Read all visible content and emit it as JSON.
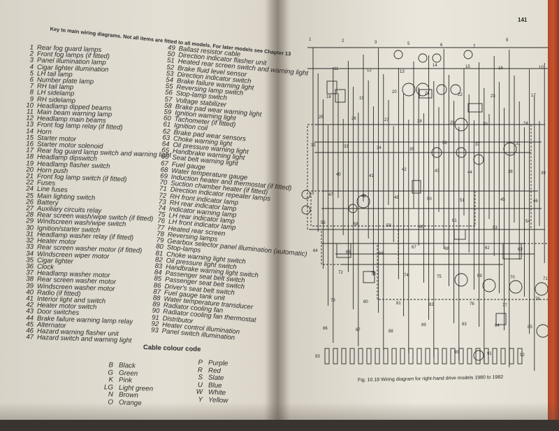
{
  "left_page": {
    "key_title": "Key to main wiring diagrams. Not all items are fitted to all models. For later models see Chapter 13",
    "key_col1": [
      {
        "n": "1",
        "t": "Rear fog guard lamps"
      },
      {
        "n": "2",
        "t": "Front fog lamps (if fitted)"
      },
      {
        "n": "3",
        "t": "Panel illumination lamp"
      },
      {
        "n": "4",
        "t": "Cigar lighter illumination"
      },
      {
        "n": "5",
        "t": "LH tail lamp"
      },
      {
        "n": "6",
        "t": "Number plate lamp"
      },
      {
        "n": "7",
        "t": "RH tail lamp"
      },
      {
        "n": "8",
        "t": "LH sidelamp"
      },
      {
        "n": "9",
        "t": "RH sidelamp"
      },
      {
        "n": "10",
        "t": "Headlamp dipped beams"
      },
      {
        "n": "11",
        "t": "Main beam warning lamp"
      },
      {
        "n": "12",
        "t": "Headlamp main beams"
      },
      {
        "n": "13",
        "t": "Front fog lamp relay (if fitted)"
      },
      {
        "n": "14",
        "t": "Horn"
      },
      {
        "n": "15",
        "t": "Starter motor"
      },
      {
        "n": "16",
        "t": "Starter motor solenoid"
      },
      {
        "n": "17",
        "t": "Rear fog guard lamp switch and warning light"
      },
      {
        "n": "18",
        "t": "Headlamp dipswitch"
      },
      {
        "n": "19",
        "t": "Headlamp flasher switch"
      },
      {
        "n": "20",
        "t": "Horn push"
      },
      {
        "n": "21",
        "t": "Front fog lamp switch (if fitted)"
      },
      {
        "n": "22",
        "t": "Fuses"
      },
      {
        "n": "24",
        "t": "Line fuses"
      },
      {
        "n": "25",
        "t": "Main lighting switch"
      },
      {
        "n": "26",
        "t": "Battery"
      },
      {
        "n": "27",
        "t": "Auxiliary circuits relay"
      },
      {
        "n": "28",
        "t": "Rear screen wash/wipe switch (if fitted)"
      },
      {
        "n": "29",
        "t": "Windscreen wash/wipe switch"
      },
      {
        "n": "30",
        "t": "Ignition/starter switch"
      },
      {
        "n": "31",
        "t": "Headlamp washer relay (if fitted)"
      },
      {
        "n": "32",
        "t": "Heater motor"
      },
      {
        "n": "33",
        "t": "Rear screen washer motor (if fitted)"
      },
      {
        "n": "34",
        "t": "Windscreen wiper motor"
      },
      {
        "n": "35",
        "t": "Cigar lighter"
      },
      {
        "n": "36",
        "t": "Clock"
      },
      {
        "n": "37",
        "t": "Headlamp washer motor"
      },
      {
        "n": "38",
        "t": "Rear screen washer motor"
      },
      {
        "n": "39",
        "t": "Windscreen washer motor"
      },
      {
        "n": "40",
        "t": "Radio (if fitted)"
      },
      {
        "n": "41",
        "t": "Interior light and switch"
      },
      {
        "n": "42",
        "t": "Heater motor switch"
      },
      {
        "n": "43",
        "t": "Door switches"
      },
      {
        "n": "44",
        "t": "Brake failure warning lamp relay"
      },
      {
        "n": "45",
        "t": "Alternator"
      },
      {
        "n": "46",
        "t": "Hazard warning flasher unit"
      },
      {
        "n": "47",
        "t": "Hazard switch and warning light"
      }
    ],
    "key_col2": [
      {
        "n": "49",
        "t": "Ballast resistor cable"
      },
      {
        "n": "50",
        "t": "Direction indicator flasher unit"
      },
      {
        "n": "51",
        "t": "Heated rear screen switch and warning light"
      },
      {
        "n": "52",
        "t": "Brake fluid level sensor"
      },
      {
        "n": "53",
        "t": "Direction indicator switch"
      },
      {
        "n": "54",
        "t": "Brake failure warning light"
      },
      {
        "n": "55",
        "t": "Reversing lamp switch"
      },
      {
        "n": "56",
        "t": "Stop-lamp switch"
      },
      {
        "n": "57",
        "t": "Voltage stabilizer"
      },
      {
        "n": "58",
        "t": "Brake pad wear warning light"
      },
      {
        "n": "59",
        "t": "Ignition warning light"
      },
      {
        "n": "60",
        "t": "Tachometer (if fitted)"
      },
      {
        "n": "61",
        "t": "Ignition coil"
      },
      {
        "n": "62",
        "t": "Brake pad wear sensors"
      },
      {
        "n": "63",
        "t": "Choke warning light"
      },
      {
        "n": "64",
        "t": "Oil pressure warning light"
      },
      {
        "n": "65",
        "t": "Handbrake warning light"
      },
      {
        "n": "66",
        "t": "Seat belt warning light"
      },
      {
        "n": "67",
        "t": "Fuel gauge"
      },
      {
        "n": "68",
        "t": "Water temperature gauge"
      },
      {
        "n": "69",
        "t": "Induction heater and thermostat (if fitted)"
      },
      {
        "n": "70",
        "t": "Suction chamber heater (if fitted)"
      },
      {
        "n": "71",
        "t": "Direction indicator repeater lamps"
      },
      {
        "n": "72",
        "t": "RH front indicator lamp"
      },
      {
        "n": "73",
        "t": "RH rear indicator lamp"
      },
      {
        "n": "74",
        "t": "Indicator warning lamp"
      },
      {
        "n": "75",
        "t": "LH rear indicator lamp"
      },
      {
        "n": "76",
        "t": "LH front indicator lamp"
      },
      {
        "n": "77",
        "t": "Heated rear screen"
      },
      {
        "n": "78",
        "t": "Reversing lamps"
      },
      {
        "n": "79",
        "t": "Gearbox selector panel illumination (automatic)"
      },
      {
        "n": "80",
        "t": "Stop-lamps"
      },
      {
        "n": "81",
        "t": "Choke warning light switch"
      },
      {
        "n": "82",
        "t": "Oil pressure light switch"
      },
      {
        "n": "83",
        "t": "Handbrake warning light switch"
      },
      {
        "n": "84",
        "t": "Passenger seat belt switch"
      },
      {
        "n": "85",
        "t": "Passenger seat belt switch"
      },
      {
        "n": "86",
        "t": "Driver's seat belt switch"
      },
      {
        "n": "87",
        "t": "Fuel gauge tank unit"
      },
      {
        "n": "88",
        "t": "Water temperature transducer"
      },
      {
        "n": "89",
        "t": "Radiator cooling fan"
      },
      {
        "n": "90",
        "t": "Radiator cooling fan thermostat"
      },
      {
        "n": "91",
        "t": "Distributor"
      },
      {
        "n": "92",
        "t": "Heater control illumination"
      },
      {
        "n": "93",
        "t": "Panel switch illumination"
      }
    ],
    "cable_title": "Cable colour code",
    "cable_col1": [
      {
        "c": "B",
        "t": "Black"
      },
      {
        "c": "G",
        "t": "Green"
      },
      {
        "c": "K",
        "t": "Pink"
      },
      {
        "c": "LG",
        "t": "Light green"
      },
      {
        "c": "N",
        "t": "Brown"
      },
      {
        "c": "O",
        "t": "Orange"
      }
    ],
    "cable_col2": [
      {
        "c": "P",
        "t": "Purple"
      },
      {
        "c": "R",
        "t": "Red"
      },
      {
        "c": "S",
        "t": "Slate"
      },
      {
        "c": "U",
        "t": "Blue"
      },
      {
        "c": "W",
        "t": "White"
      },
      {
        "c": "Y",
        "t": "Yellow"
      }
    ]
  },
  "right_page": {
    "page_number": "141",
    "caption": "Fig. 10.18 Wiring diagram for right-hand drive models 1980 to 1982",
    "component_labels": [
      "1",
      "2",
      "3",
      "5",
      "6",
      "7",
      "9",
      "10",
      "11",
      "12",
      "13",
      "14",
      "15",
      "16",
      "17",
      "18",
      "19",
      "20",
      "21",
      "22",
      "23",
      "24",
      "25",
      "26",
      "27",
      "28",
      "29",
      "30",
      "31",
      "32",
      "33",
      "34",
      "35",
      "36",
      "37",
      "38",
      "39",
      "40",
      "41",
      "42",
      "43",
      "44",
      "45",
      "46",
      "47",
      "48",
      "49",
      "50",
      "51",
      "53",
      "54",
      "55",
      "58",
      "59",
      "60",
      "61",
      "62",
      "63",
      "64",
      "65",
      "66",
      "67",
      "68",
      "69",
      "70",
      "71",
      "72",
      "73",
      "74",
      "75",
      "76",
      "77",
      "78",
      "79",
      "80",
      "81",
      "82",
      "83",
      "84",
      "85",
      "86",
      "87",
      "88",
      "89",
      "90",
      "91",
      "92",
      "93"
    ]
  },
  "colors": {
    "ink": "#2a2a2a",
    "paper": "#e4dfd4",
    "cover": "#c9522d"
  }
}
